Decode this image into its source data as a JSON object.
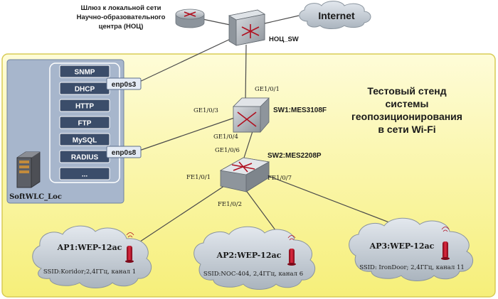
{
  "gateway": {
    "label_line1": "Шлюз к локальной сети",
    "label_line2": "Научно-образовательного",
    "label_line3": "центра (НОЦ)"
  },
  "internet": {
    "label": "Internet"
  },
  "noc_switch": {
    "label": "НОЦ_SW"
  },
  "test_stand": {
    "title_line1": "Тестовый стенд",
    "title_line2": "системы",
    "title_line3": "геопозиционирования",
    "title_line4": "в сети Wi-Fi"
  },
  "server": {
    "name": "SoftWLC_Loc",
    "services": [
      "SNMP",
      "DHCP",
      "HTTP",
      "FTP",
      "MySQL",
      "RADIUS",
      "..."
    ],
    "iface_top": "enp0s3",
    "iface_bottom": "enp0s8"
  },
  "sw1": {
    "label": "SW1:MES3108F",
    "port_up": "GE1/0/1",
    "port_left": "GE1/0/3",
    "port_down": "GE1/0/4"
  },
  "sw2": {
    "label": "SW2:MES2208P",
    "port_up": "GE1/0/6",
    "port_left": "FE1/0/1",
    "port_mid": "FE1/0/2",
    "port_right": "FE1/0/7"
  },
  "access_points": [
    {
      "name": "AP1:WEP-12ac",
      "ssid": "SSID:Koridor;2,4ГГц, канал 1"
    },
    {
      "name": "AP2:WEP-12ac",
      "ssid": "SSID:NOC-404, 2,4ГГц, канал 6"
    },
    {
      "name": "AP3:WEP-12ac",
      "ssid": "SSID: IronDoor; 2,4ГГц, канал 11"
    }
  ],
  "colors": {
    "stand_fill": "#fbf7a6",
    "stand_border": "#d9c84c",
    "server_panel": "#9fb0c8",
    "cloud": "#c8d0d8",
    "switch": "#9aa0a6",
    "iface_fill": "#dfe7f2",
    "antenna": "#c8102e"
  }
}
